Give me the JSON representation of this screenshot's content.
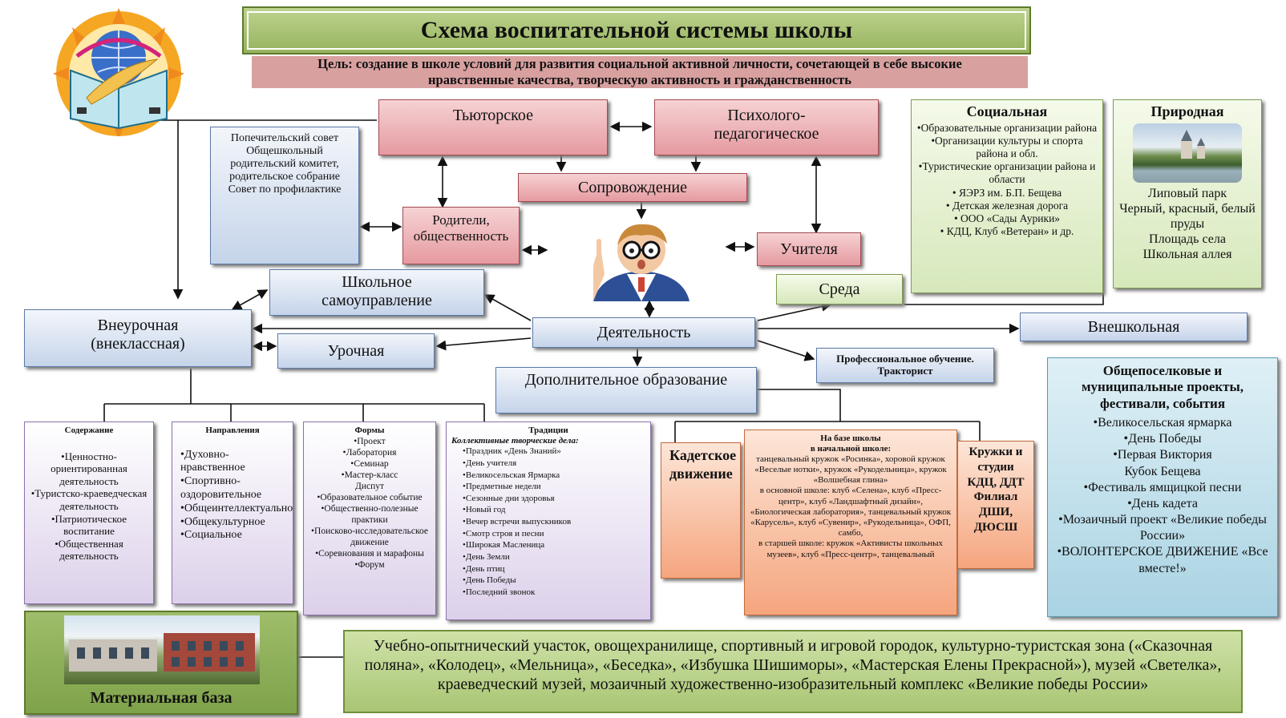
{
  "title": "Схема воспитательной системы школы",
  "goal": "Цель: создание в школе условий для развития социальной активной личности, сочетающей в себе высокие нравственные качества, творческую активность и гражданственность",
  "nodes": {
    "tutor": "Тьюторское",
    "psych": "Психолого-педагогическое",
    "support": "Сопровождение",
    "parents": "Родители, общественность",
    "teachers": "Учителя",
    "board": "Попечительский совет Общешкольный родительский комитет, родительское собрание Совет по профилактике",
    "selfgov": "Школьное самоуправление",
    "environment": "Среда",
    "extracurr": "Внеурочная (внеклассная)",
    "lesson": "Урочная",
    "activity": "Деятельность",
    "outschool": "Внешкольная",
    "prof": "Профессиональное обучение. Тракторист",
    "addedu": "Дополнительное образование",
    "cadet": "Кадетское движение",
    "clubs": "Кружки и студии КДЦ, ДДТ Филиал ДШИ, ДЮСШ"
  },
  "social": {
    "title": "Социальная",
    "items": [
      "•Образовательные организации района",
      "•Организации культуры и спорта района и обл.",
      "•Туристические организации района и области",
      "• ЯЭРЗ им. Б.П. Бещева",
      "• Детская железная дорога",
      "• ООО «Сады Аурики»",
      "• КДЦ, Клуб «Ветеран» и др."
    ]
  },
  "nature": {
    "title": "Природная",
    "items": [
      "Липовый парк",
      "Черный, красный, белый пруды",
      "Площадь села",
      "Школьная аллея"
    ]
  },
  "content": {
    "title": "Содержание",
    "items": [
      "•Ценностно-ориентированная деятельность",
      "•Туристско-краеведческая деятельность",
      "•Патриотическое воспитание",
      "•Общественная деятельность"
    ]
  },
  "directions": {
    "title": "Направления",
    "items": [
      "•Духовно-нравственное",
      "•Спортивно-оздоровительное",
      "•Общеинтеллектуальное",
      "•Общекультурное",
      "•Социальное"
    ]
  },
  "forms": {
    "title": "Формы",
    "items": [
      "•Проект",
      "•Лаборатория",
      "•Семинар",
      "•Мастер-класс",
      "Диспут",
      "•Образовательное событие",
      "•Общественно-полезные практики",
      "•Поисково-исследовательское движение",
      "•Соревнования и марафоны",
      "•Форум"
    ]
  },
  "traditions": {
    "title": "Традиции",
    "subtitle": "Коллективные творческие дела:",
    "items": [
      "•Праздник «День Знаний»",
      "•День учителя",
      "•Великосельская Ярмарка",
      "•Предметные недели",
      "•Сезонные дни здоровья",
      "•Новый год",
      "•Вечер встречи выпускников",
      "•Смотр строя и песни",
      "•Широкая Масленица",
      "•День Земли",
      "•День птиц",
      "•День Победы",
      "•Последний звонок"
    ]
  },
  "school_base": {
    "title": "На базе школы",
    "items": [
      "в начальной школе:",
      "танцевальный кружок «Росинка», хоровой кружок «Веселые нотки», кружок «Рукодельница», кружок «Волшебная глина»",
      "в основной школе: клуб «Селена», клуб «Пресс-центр», клуб «Ландшафтный дизайн», «Биологическая лаборатория», танцевальный кружок «Карусель», клуб «Сувенир», «Рукодельница», ОФП, самбо,",
      "в старшей школе: кружок «Активисты школьных музеев», клуб «Пресс-центр», танцевальный"
    ]
  },
  "projects": {
    "title": "Общепоселковые и муниципальные проекты, фестивали, события",
    "items": [
      "•Великосельская ярмарка",
      "•День Победы",
      "•Первая Виктория",
      "Кубок Бещева",
      "•Фестиваль ямщицкой песни",
      "•День кадета",
      "•Мозаичный проект «Великие победы России»",
      "•ВОЛОНТЕРСКОЕ ДВИЖЕНИЕ «Все вместе!»"
    ]
  },
  "material": {
    "title": "Материальная база",
    "text": "Учебно-опытнический участок, овощехранилище, спортивный и игровой городок, культурно-туристская зона («Сказочная поляна», «Колодец», «Мельница», «Беседка», «Избушка Шишиморы», «Мастерская Елены Прекрасной»), музей «Светелка», краеведческий музей, мозаичный художественно-изобразительный комплекс «Великие победы России»"
  },
  "colors": {
    "title_bg": "#a8c07a",
    "goal_bg": "#d89a9a",
    "pink": "#e59aa0",
    "blue": "#c5d4ea",
    "green": "#d6e8bb",
    "orange": "#f5a57e",
    "teal": "#a9d3e3"
  }
}
